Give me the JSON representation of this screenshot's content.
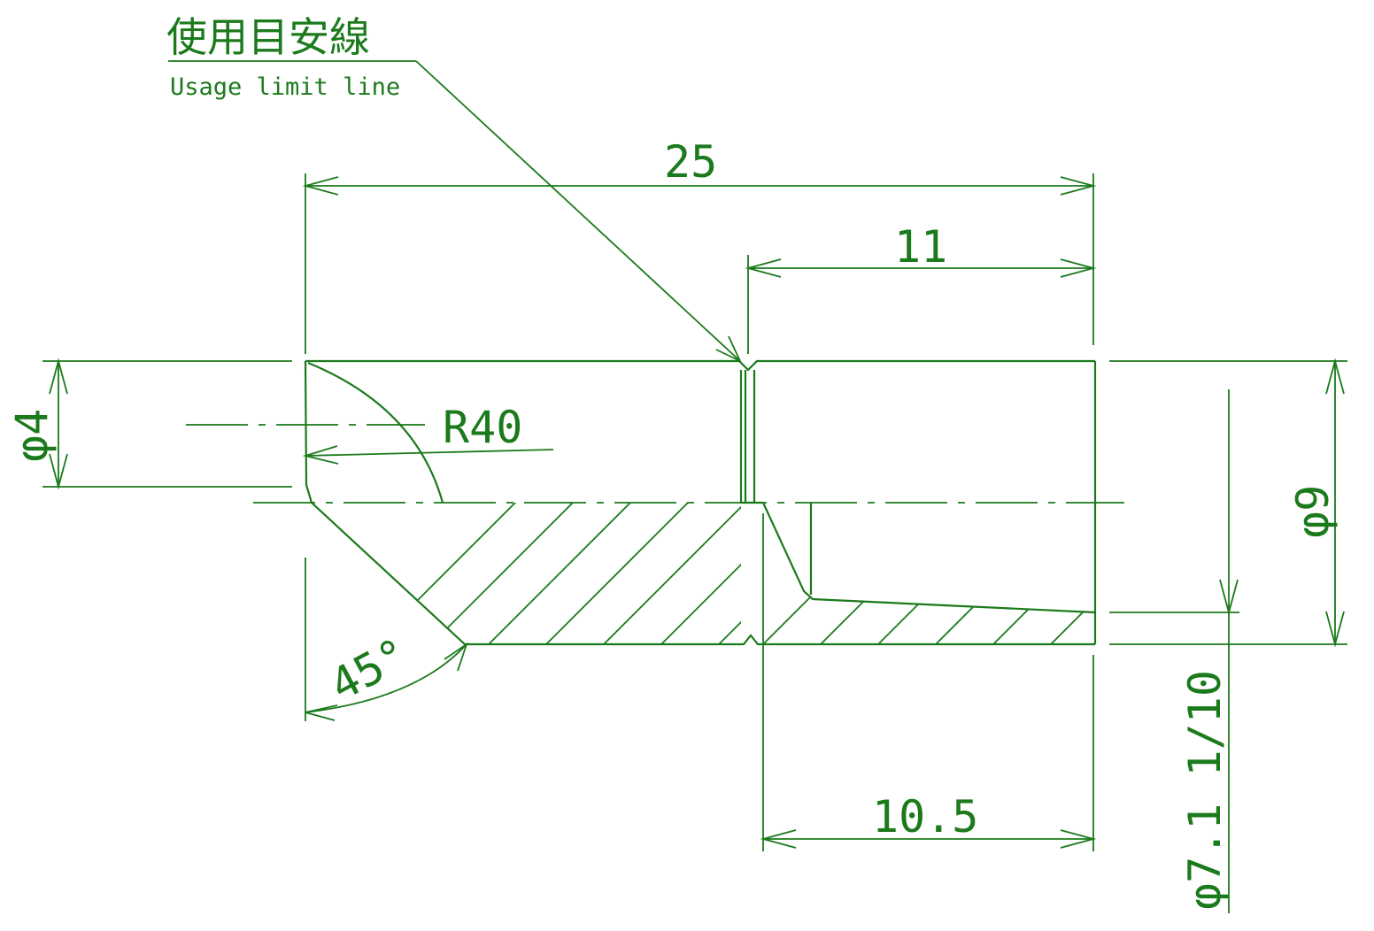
{
  "labels": {
    "usage_jp": "使用目安線",
    "usage_en": "Usage limit line"
  },
  "dimensions": {
    "overall_length": "25",
    "upper_segment": "11",
    "lower_segment": "10.5",
    "radius": "R40",
    "angle": "45°",
    "tip_diameter": "φ4",
    "outer_diameter": "φ9",
    "bore_diameter": "φ7.1 1/10"
  },
  "colors": {
    "line": "#1b7a1b",
    "background": "#ffffff"
  }
}
